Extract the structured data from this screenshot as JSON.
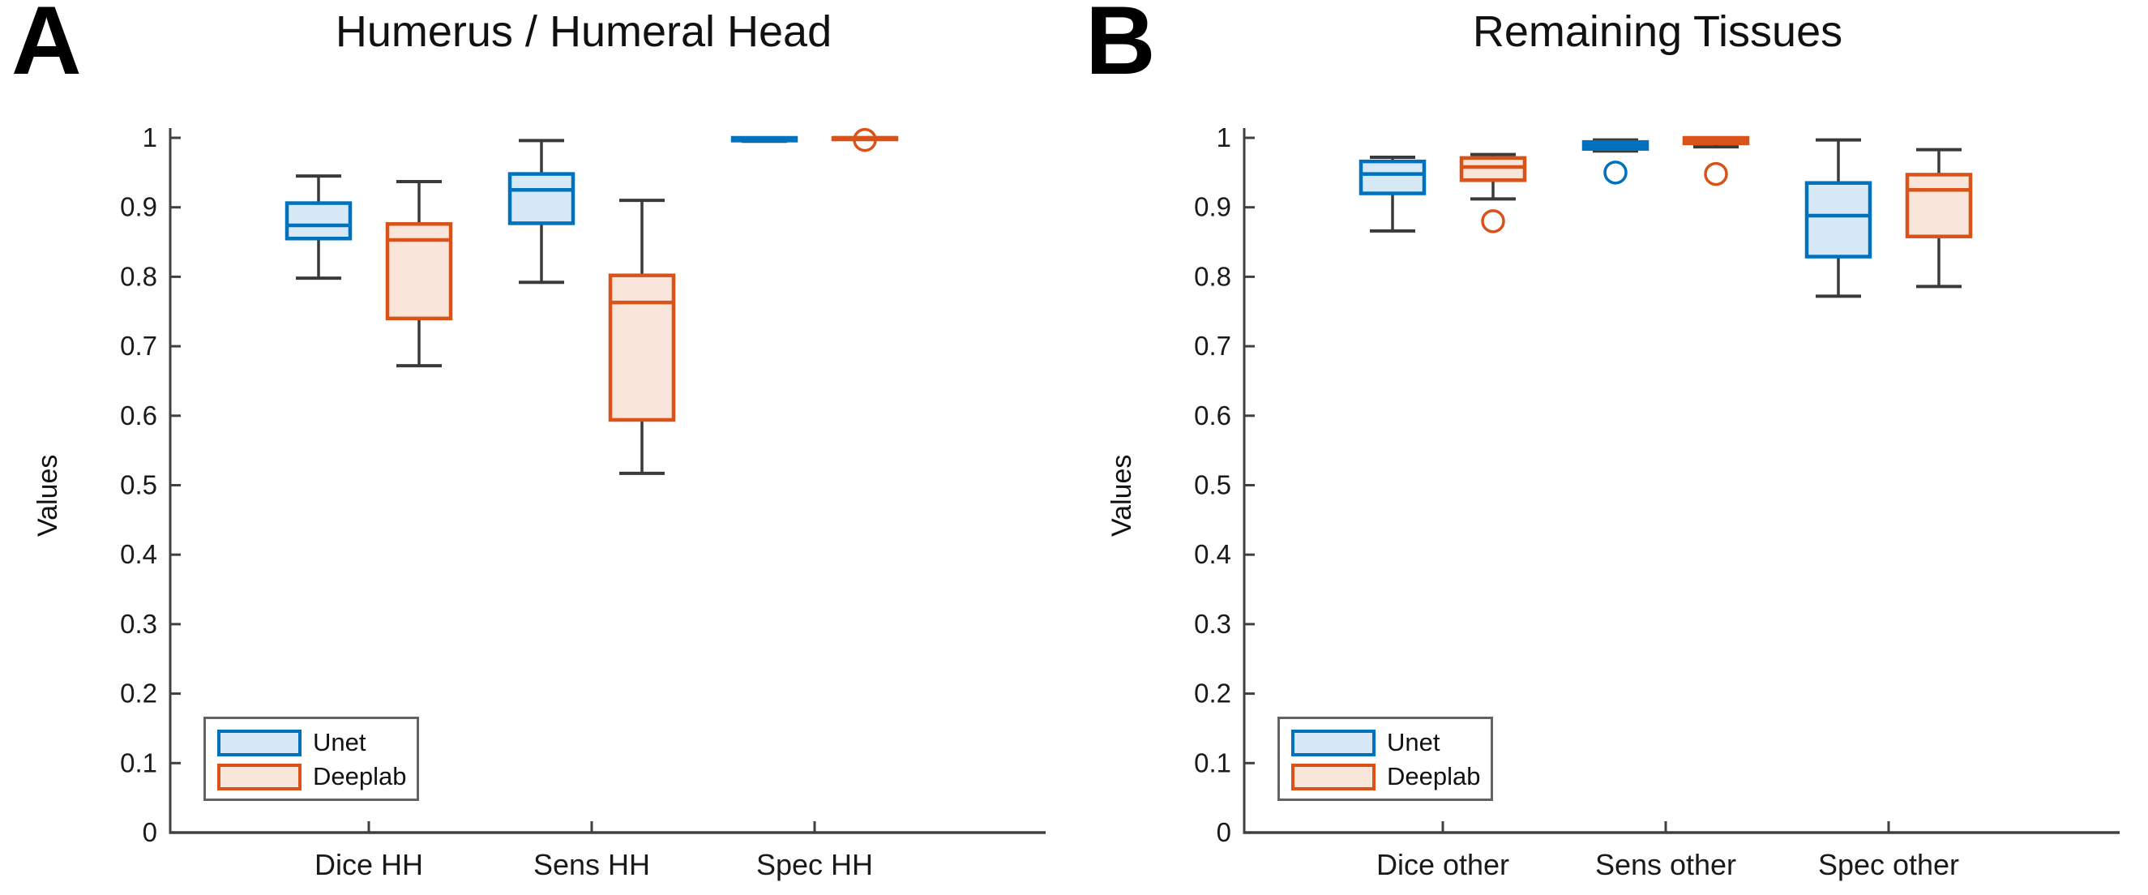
{
  "panels": [
    {
      "letter": "A"
    },
    {
      "letter": "B"
    }
  ],
  "chart_data": [
    {
      "type": "boxplot",
      "title": "Humerus / Humeral Head",
      "ylabel": "Values",
      "categories": [
        "Dice HH",
        "Sens HH",
        "Spec HH"
      ],
      "ylim": [
        0,
        1
      ],
      "yticks": [
        0,
        0.1,
        0.2,
        0.3,
        0.4,
        0.5,
        0.6,
        0.7,
        0.8,
        0.9,
        1
      ],
      "ytick_labels": [
        "0",
        "0.1",
        "0.2",
        "0.3",
        "0.4",
        "0.5",
        "0.6",
        "0.7",
        "0.8",
        "0.9",
        "1"
      ],
      "grid": false,
      "legend_position": "lower left",
      "series": [
        {
          "name": "Unet",
          "color": "#0072BD",
          "fill": "#D7E9F7",
          "boxes": [
            {
              "whislo": 0.798,
              "q1": 0.855,
              "med": 0.874,
              "q3": 0.906,
              "whishi": 0.945,
              "outliers": []
            },
            {
              "whislo": 0.792,
              "q1": 0.877,
              "med": 0.925,
              "q3": 0.948,
              "whishi": 0.996,
              "outliers": []
            },
            {
              "whislo": 0.995,
              "q1": 0.996,
              "med": 0.998,
              "q3": 1.0,
              "whishi": 1.0,
              "outliers": []
            }
          ]
        },
        {
          "name": "Deeplab",
          "color": "#D95319",
          "fill": "#FAE5DA",
          "boxes": [
            {
              "whislo": 0.672,
              "q1": 0.74,
              "med": 0.853,
              "q3": 0.876,
              "whishi": 0.937,
              "outliers": []
            },
            {
              "whislo": 0.517,
              "q1": 0.594,
              "med": 0.763,
              "q3": 0.802,
              "whishi": 0.91,
              "outliers": []
            },
            {
              "whislo": 0.998,
              "q1": 0.999,
              "med": 1.0,
              "q3": 1.0,
              "whishi": 1.0,
              "outliers": [
                0.997
              ]
            }
          ]
        }
      ]
    },
    {
      "type": "boxplot",
      "title": "Remaining Tissues",
      "ylabel": "Values",
      "categories": [
        "Dice other",
        "Sens other",
        "Spec other"
      ],
      "ylim": [
        0,
        1
      ],
      "yticks": [
        0,
        0.1,
        0.2,
        0.3,
        0.4,
        0.5,
        0.6,
        0.7,
        0.8,
        0.9,
        1
      ],
      "ytick_labels": [
        "0",
        "0.1",
        "0.2",
        "0.3",
        "0.4",
        "0.5",
        "0.6",
        "0.7",
        "0.8",
        "0.9",
        "1"
      ],
      "grid": false,
      "legend_position": "lower left",
      "series": [
        {
          "name": "Unet",
          "color": "#0072BD",
          "fill": "#D7E9F7",
          "boxes": [
            {
              "whislo": 0.866,
              "q1": 0.92,
              "med": 0.948,
              "q3": 0.966,
              "whishi": 0.972,
              "outliers": []
            },
            {
              "whislo": 0.981,
              "q1": 0.984,
              "med": 0.989,
              "q3": 0.994,
              "whishi": 0.997,
              "outliers": [
                0.95
              ]
            },
            {
              "whislo": 0.772,
              "q1": 0.829,
              "med": 0.888,
              "q3": 0.935,
              "whishi": 0.997,
              "outliers": []
            }
          ]
        },
        {
          "name": "Deeplab",
          "color": "#D95319",
          "fill": "#FAE5DA",
          "boxes": [
            {
              "whislo": 0.912,
              "q1": 0.939,
              "med": 0.958,
              "q3": 0.971,
              "whishi": 0.976,
              "outliers": [
                0.88
              ]
            },
            {
              "whislo": 0.987,
              "q1": 0.992,
              "med": 0.997,
              "q3": 1.0,
              "whishi": 1.0,
              "outliers": [
                0.948
              ]
            },
            {
              "whislo": 0.786,
              "q1": 0.858,
              "med": 0.925,
              "q3": 0.947,
              "whishi": 0.983,
              "outliers": []
            }
          ]
        }
      ]
    }
  ],
  "colors": {
    "unet": "#0072BD",
    "unet_fill": "#D7E9F7",
    "deeplab": "#D95319",
    "deeplab_fill": "#FAE5DA",
    "whisker": "#3a3a3a",
    "axis": "#404040"
  }
}
